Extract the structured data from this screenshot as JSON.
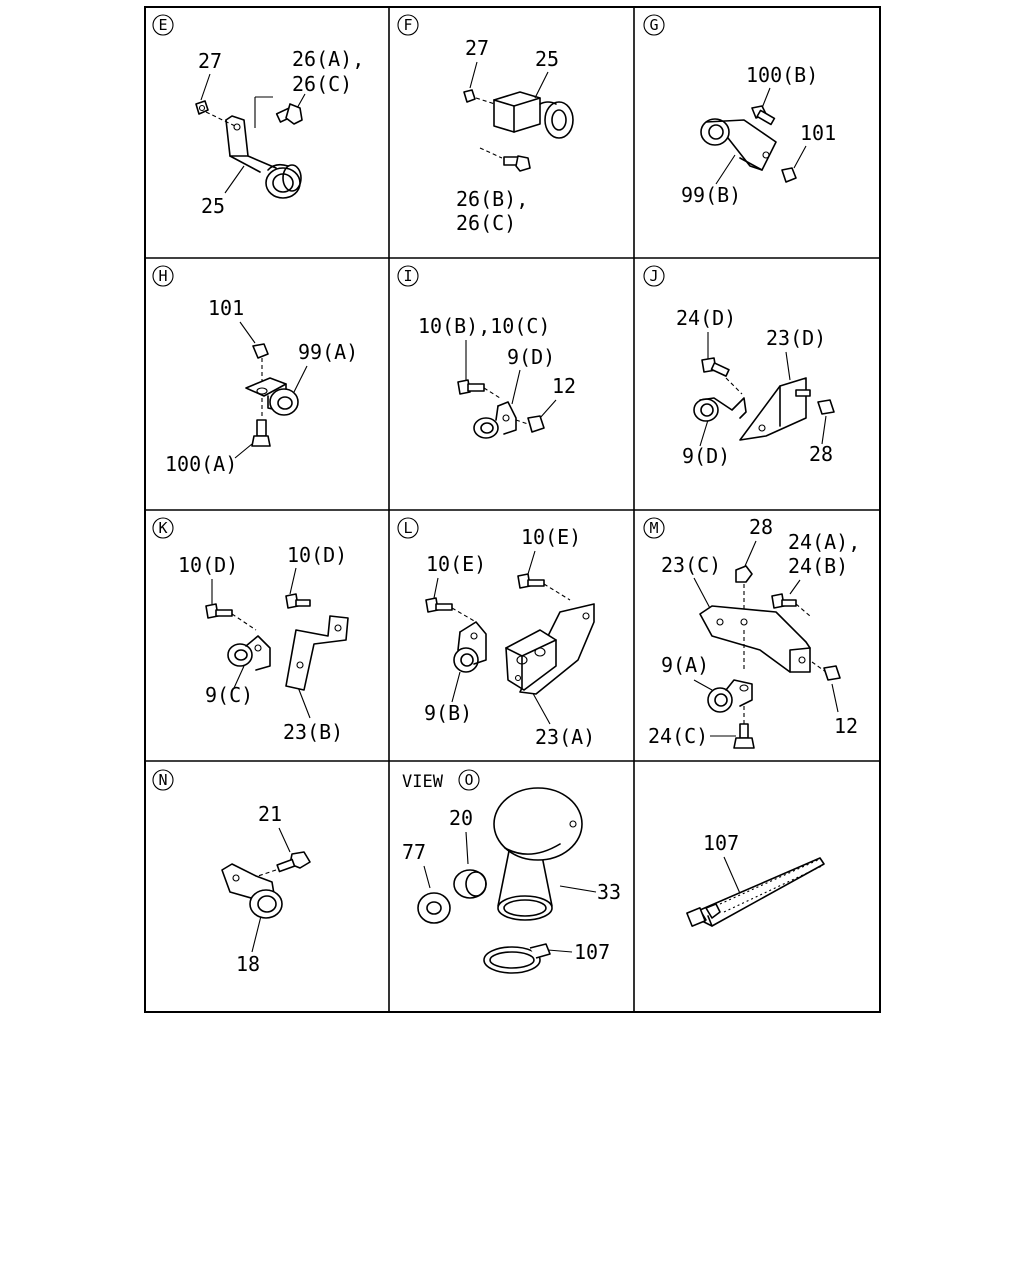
{
  "panels": {
    "E": {
      "letter": "E",
      "labels": [
        "27",
        "26(A),",
        "26(C)",
        "25"
      ]
    },
    "F": {
      "letter": "F",
      "labels": [
        "27",
        "25",
        "26(B),",
        "26(C)"
      ]
    },
    "G": {
      "letter": "G",
      "labels": [
        "100(B)",
        "101",
        "99(B)"
      ]
    },
    "H": {
      "letter": "H",
      "labels": [
        "101",
        "99(A)",
        "100(A)"
      ]
    },
    "I": {
      "letter": "I",
      "labels": [
        "10(B),10(C)",
        "9(D)",
        "12"
      ]
    },
    "J": {
      "letter": "J",
      "labels": [
        "24(D)",
        "23(D)",
        "9(D)",
        "28"
      ]
    },
    "K": {
      "letter": "K",
      "labels": [
        "10(D)",
        "10(D)",
        "9(C)",
        "23(B)"
      ]
    },
    "L": {
      "letter": "L",
      "labels": [
        "10(E)",
        "10(E)",
        "9(B)",
        "23(A)"
      ]
    },
    "M": {
      "letter": "M",
      "labels": [
        "28",
        "23(C)",
        "24(A),",
        "24(B)",
        "9(A)",
        "12",
        "24(C)"
      ]
    },
    "N": {
      "letter": "N",
      "labels": [
        "21",
        "18"
      ]
    },
    "O": {
      "view_prefix": "VIEW",
      "letter": "O",
      "labels": [
        "20",
        "77",
        "33",
        "107"
      ]
    },
    "P": {
      "labels": [
        "107"
      ]
    }
  }
}
